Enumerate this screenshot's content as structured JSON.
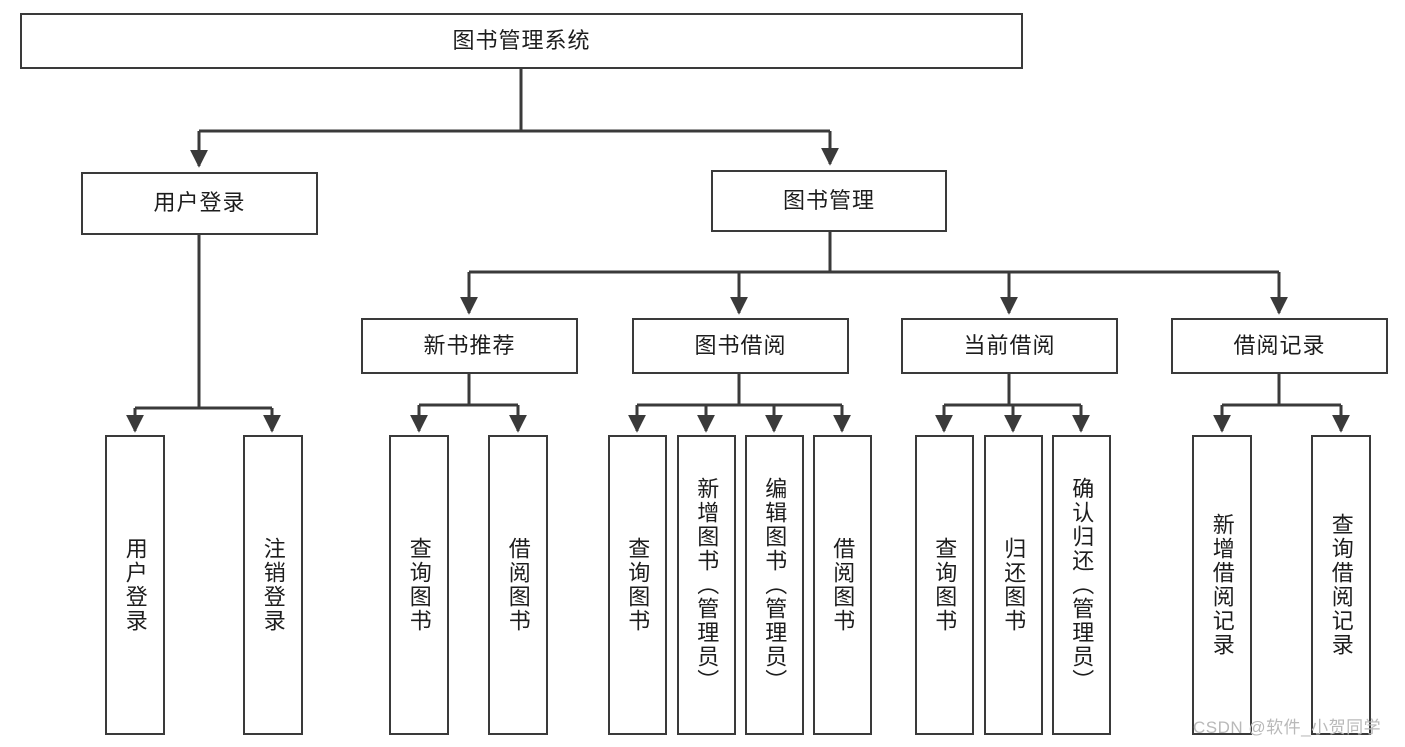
{
  "diagram": {
    "type": "tree",
    "title": "图书管理系统",
    "root": {
      "id": "root",
      "label": "图书管理系统",
      "orientation": "horizontal"
    },
    "level2": [
      {
        "id": "user-login",
        "label": "用户登录",
        "orientation": "horizontal"
      },
      {
        "id": "book-manage",
        "label": "图书管理",
        "orientation": "horizontal"
      }
    ],
    "level3": [
      {
        "id": "new-book-recommend",
        "label": "新书推荐",
        "parent": "book-manage",
        "orientation": "horizontal"
      },
      {
        "id": "book-borrow",
        "label": "图书借阅",
        "parent": "book-manage",
        "orientation": "horizontal"
      },
      {
        "id": "current-borrow",
        "label": "当前借阅",
        "parent": "book-manage",
        "orientation": "horizontal"
      },
      {
        "id": "borrow-record",
        "label": "借阅记录",
        "parent": "book-manage",
        "orientation": "horizontal"
      }
    ],
    "leaves": [
      {
        "id": "leaf-user-login",
        "label": "用户登录",
        "parent": "user-login",
        "orientation": "vertical"
      },
      {
        "id": "leaf-user-logout",
        "label": "注销登录",
        "parent": "user-login",
        "orientation": "vertical"
      },
      {
        "id": "leaf-query-book-1",
        "label": "查询图书",
        "parent": "new-book-recommend",
        "orientation": "vertical"
      },
      {
        "id": "leaf-borrow-book-1",
        "label": "借阅图书",
        "parent": "new-book-recommend",
        "orientation": "vertical"
      },
      {
        "id": "leaf-query-book-2",
        "label": "查询图书",
        "parent": "book-borrow",
        "orientation": "vertical"
      },
      {
        "id": "leaf-add-book",
        "label": "新增图书（管理员）",
        "parent": "book-borrow",
        "orientation": "vertical"
      },
      {
        "id": "leaf-edit-book",
        "label": "编辑图书（管理员）",
        "parent": "book-borrow",
        "orientation": "vertical"
      },
      {
        "id": "leaf-borrow-book-2",
        "label": "借阅图书",
        "parent": "book-borrow",
        "orientation": "vertical"
      },
      {
        "id": "leaf-query-book-3",
        "label": "查询图书",
        "parent": "current-borrow",
        "orientation": "vertical"
      },
      {
        "id": "leaf-return-book",
        "label": "归还图书",
        "parent": "current-borrow",
        "orientation": "vertical"
      },
      {
        "id": "leaf-confirm-return",
        "label": "确认归还（管理员）",
        "parent": "current-borrow",
        "orientation": "vertical"
      },
      {
        "id": "leaf-add-record",
        "label": "新增借阅记录",
        "parent": "borrow-record",
        "orientation": "vertical"
      },
      {
        "id": "leaf-query-record",
        "label": "查询借阅记录",
        "parent": "borrow-record",
        "orientation": "vertical"
      }
    ],
    "colors": {
      "stroke": "#3a3a3a",
      "fill": "#ffffff",
      "text": "#1d1d1d",
      "watermark": "#b9b9b9"
    }
  },
  "watermark": {
    "text": "CSDN @软件_小贺同学"
  }
}
